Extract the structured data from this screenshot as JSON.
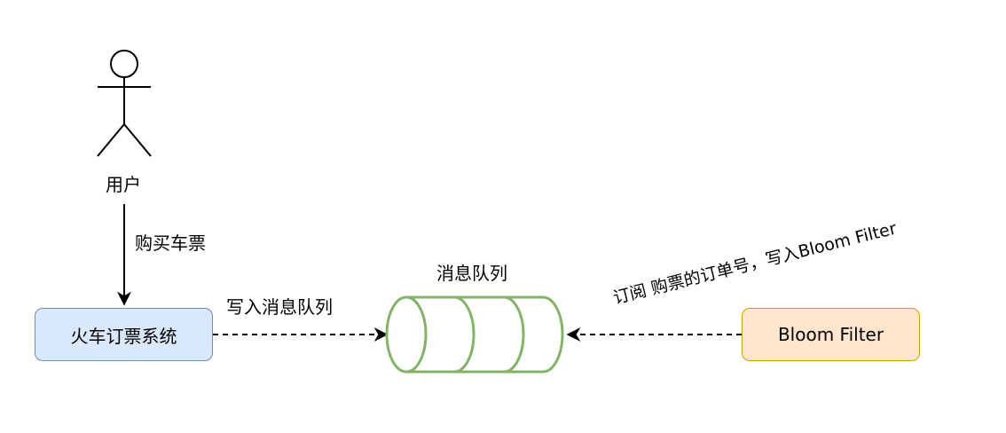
{
  "actor": {
    "label": "用户"
  },
  "edges": {
    "buy": "购买车票",
    "write_mq": "写入消息队列",
    "subscribe": "订阅 购票的订单号，写入Bloom Filter"
  },
  "nodes": {
    "booking_system": "火车订票系统",
    "queue": "消息队列",
    "bloom_filter": "Bloom Filter"
  },
  "colors": {
    "booking_fill": "#dae8fc",
    "booking_stroke": "#6c8ebf",
    "bloom_fill": "#ffe6cc",
    "bloom_stroke": "#d79b00",
    "queue_stroke": "#82b366"
  }
}
